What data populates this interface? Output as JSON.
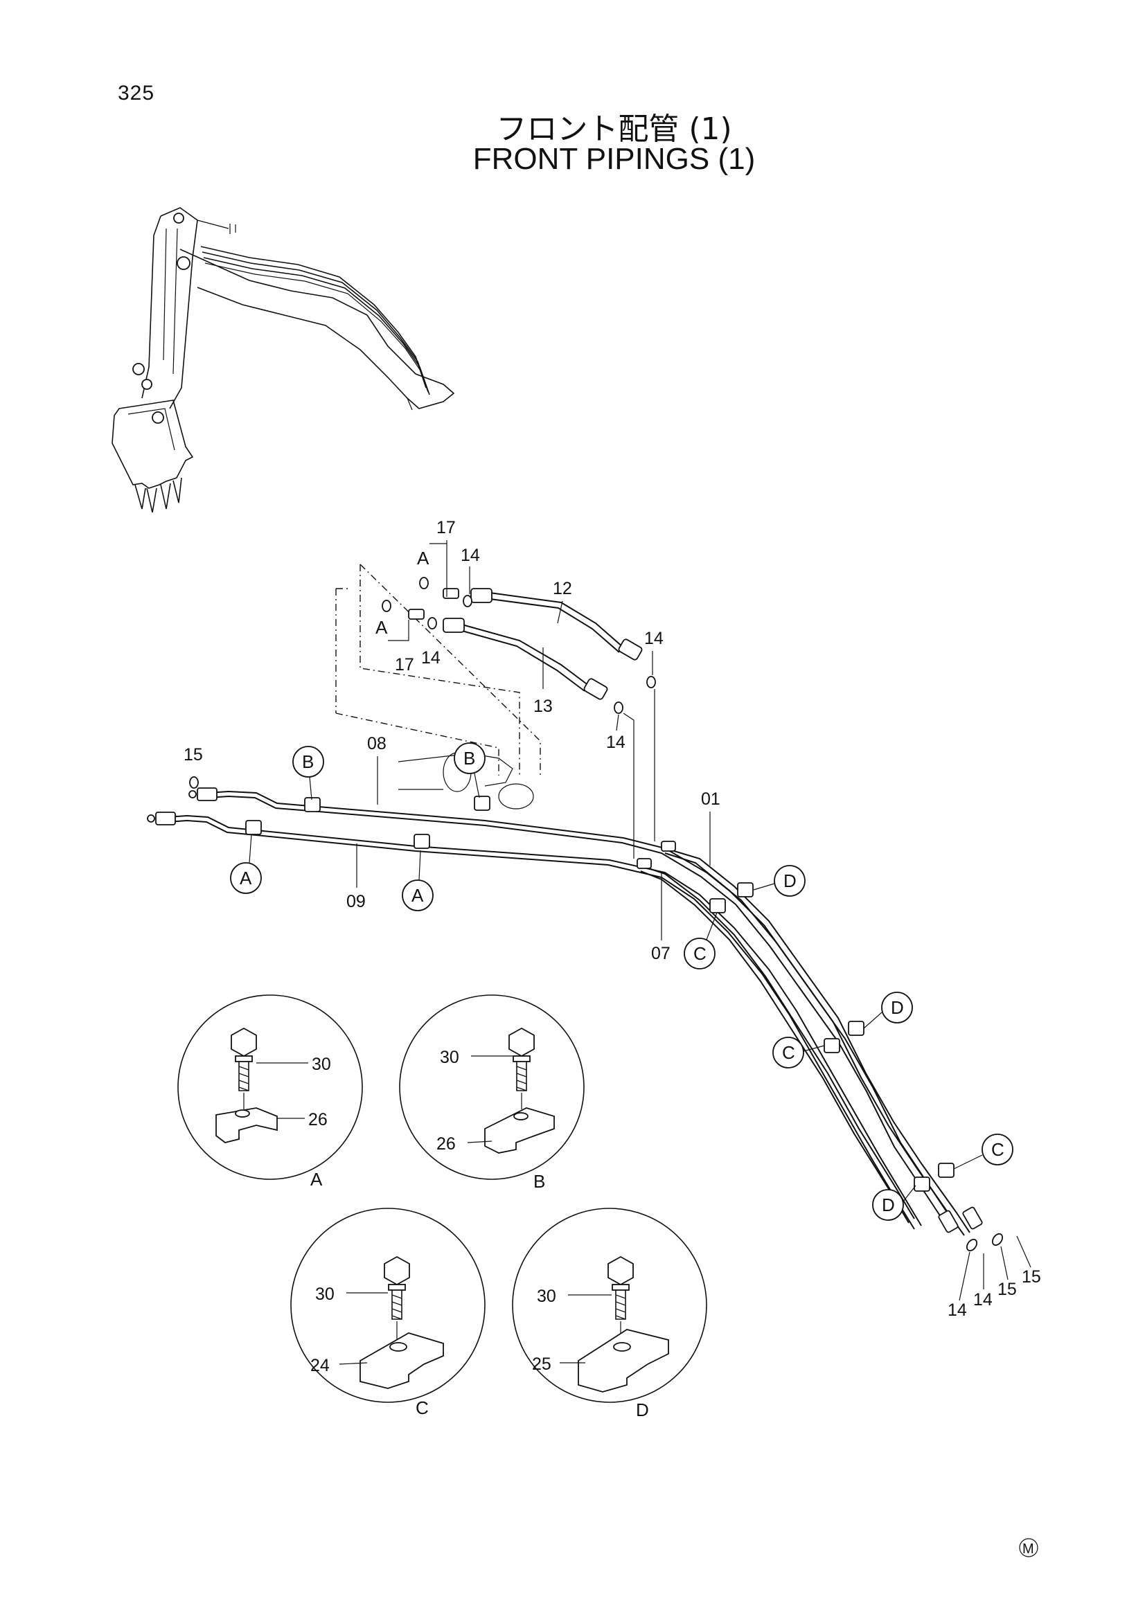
{
  "page_number": "325",
  "title_jp": "フロント配管 (1)",
  "title_en": "FRONT PIPINGS (1)",
  "callouts": [
    "A",
    "A",
    "B",
    "B",
    "C",
    "C",
    "C",
    "D",
    "D",
    "D"
  ],
  "part_numbers": {
    "p01": "01",
    "p07": "07",
    "p08": "08",
    "p09": "09",
    "p12": "12",
    "p13": "13",
    "p14": "14",
    "p15": "15",
    "p17": "17",
    "p24": "24",
    "p25": "25",
    "p26": "26",
    "p30": "30"
  },
  "detail_views": [
    {
      "id": "A",
      "bolt": "30",
      "clamp": "26"
    },
    {
      "id": "B",
      "bolt": "30",
      "clamp": "26"
    },
    {
      "id": "C",
      "bolt": "30",
      "clamp": "24"
    },
    {
      "id": "D",
      "bolt": "30",
      "clamp": "25"
    }
  ],
  "mark": "M"
}
